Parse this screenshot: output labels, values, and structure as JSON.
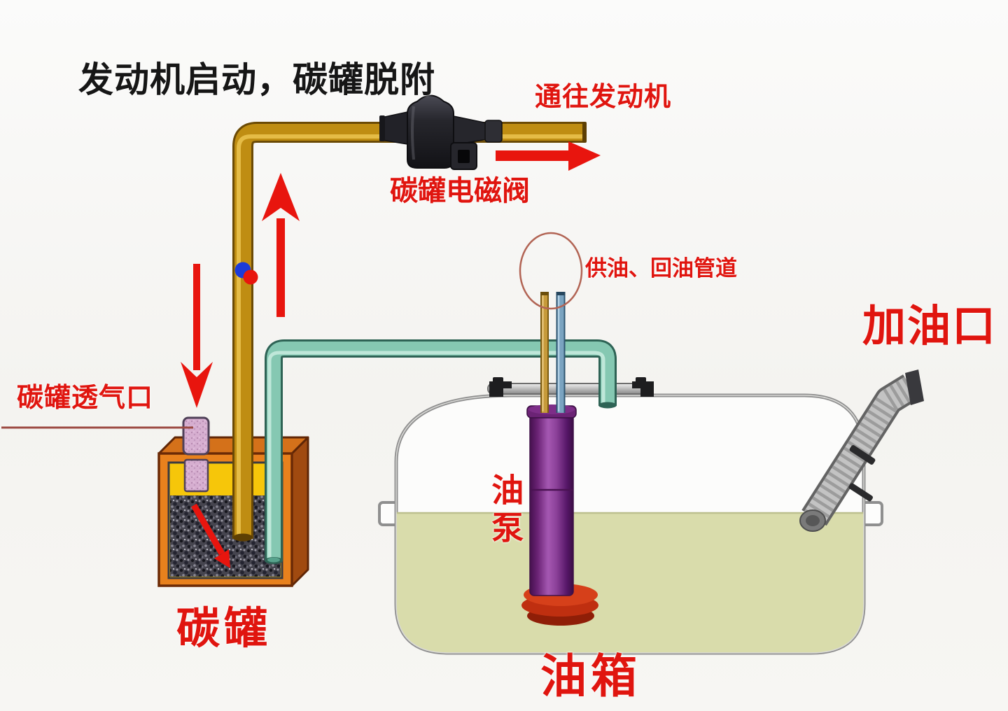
{
  "title": {
    "text": "发动机启动，碳罐脱附"
  },
  "labels": {
    "to_engine": "通往发动机",
    "solenoid_valve": "碳罐电磁阀",
    "supply_return_pipes": "供油、回油管道",
    "filler_port": "加油口",
    "canister_vent": "碳罐透气口",
    "fuel_pump": "油泵",
    "canister": "碳罐",
    "fuel_tank": "油箱"
  },
  "colors": {
    "accent_red": "#E0150F",
    "title_black": "#161616",
    "pipe_gold": "#BE8D12",
    "pipe_teal": "#85C8B2",
    "thin_pipe_gold": "#C69A3A",
    "thin_pipe_blue": "#7AA3C0",
    "canister_orange": "#E8811D",
    "canister_yellow": "#F6C60A",
    "charcoal": "#46454F",
    "vent_pink": "#D6AED0",
    "pump_purple": "#8A3F97",
    "pump_base_red": "#C9340F",
    "fuel_green": "#D9DCAB",
    "tank_outline_gray": "#8F8F8F",
    "valve_black": "#1E1E22",
    "marker_dot_blue": "#1C3BD8",
    "marker_dot_red": "#E8150E"
  }
}
